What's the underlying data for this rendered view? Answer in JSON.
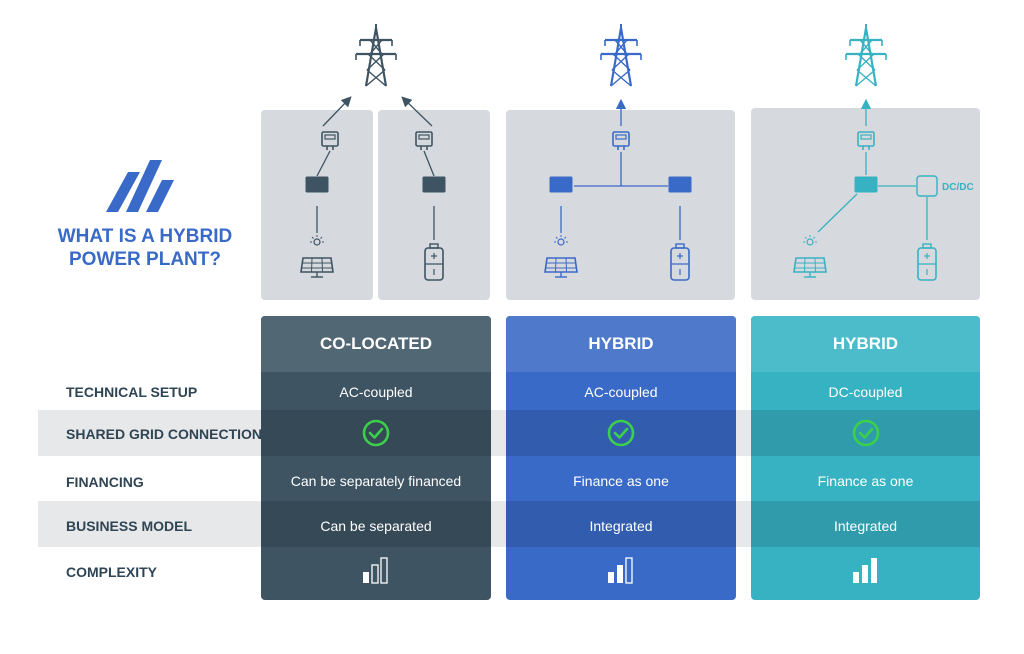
{
  "title": {
    "line1": "WHAT IS A HYBRID",
    "line2": "POWER PLANT?"
  },
  "colors": {
    "dark": "#3e5462",
    "blue": "#3a6ac8",
    "teal": "#37b2c3",
    "title": "#3a6ac8",
    "check": "#3bd24a"
  },
  "row_labels": [
    "TECHNICAL SETUP",
    "SHARED GRID CONNECTION",
    "FINANCING",
    "BUSINESS MODEL",
    "COMPLEXITY"
  ],
  "columns": [
    {
      "header": "CO-LOCATED",
      "technical_setup": "AC-coupled",
      "shared_grid_connection": true,
      "financing": "Can be separately financed",
      "business_model": "Can be separated",
      "complexity_level": 1
    },
    {
      "header": "HYBRID",
      "technical_setup": "AC-coupled",
      "shared_grid_connection": true,
      "financing": "Finance as one",
      "business_model": "Integrated",
      "complexity_level": 2
    },
    {
      "header": "HYBRID",
      "technical_setup": "DC-coupled",
      "shared_grid_connection": true,
      "financing": "Finance as one",
      "business_model": "Integrated",
      "complexity_level": 3
    }
  ],
  "diagram": {
    "dcdc_label": "DC/DC"
  }
}
